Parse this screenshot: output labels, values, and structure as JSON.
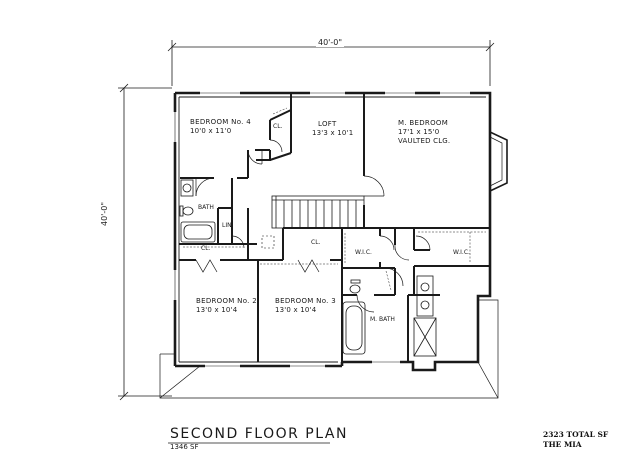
{
  "dimensions": {
    "width_label": "40'-0\"",
    "depth_label": "40'-0\""
  },
  "rooms": {
    "bedroom4": {
      "name": "BEDROOM No. 4",
      "size": "10'0 x 11'0"
    },
    "loft": {
      "name": "LOFT",
      "size": "13'3 x 10'1"
    },
    "master": {
      "name": "M. BEDROOM",
      "size": "17'1 x 15'0",
      "note": "VAULTED CLG."
    },
    "bedroom2": {
      "name": "BEDROOM No. 2",
      "size": "13'0 x 10'4"
    },
    "bedroom3": {
      "name": "BEDROOM No. 3",
      "size": "13'0 x 10'4"
    },
    "bath": {
      "name": "BATH"
    },
    "mbath": {
      "name": "M. BATH"
    },
    "linen": {
      "name": "LIN"
    },
    "closet_b4": {
      "name": "CL."
    },
    "closet_b2": {
      "name": "CL."
    },
    "closet_b3": {
      "name": "CL."
    },
    "wic1": {
      "name": "W.I.C."
    },
    "wic2": {
      "name": "W.I.C."
    }
  },
  "footer": {
    "title": "SECOND FLOOR PLAN",
    "area": "1346 SF",
    "total": "2323 TOTAL SF",
    "plan_name": "THE MIA"
  }
}
